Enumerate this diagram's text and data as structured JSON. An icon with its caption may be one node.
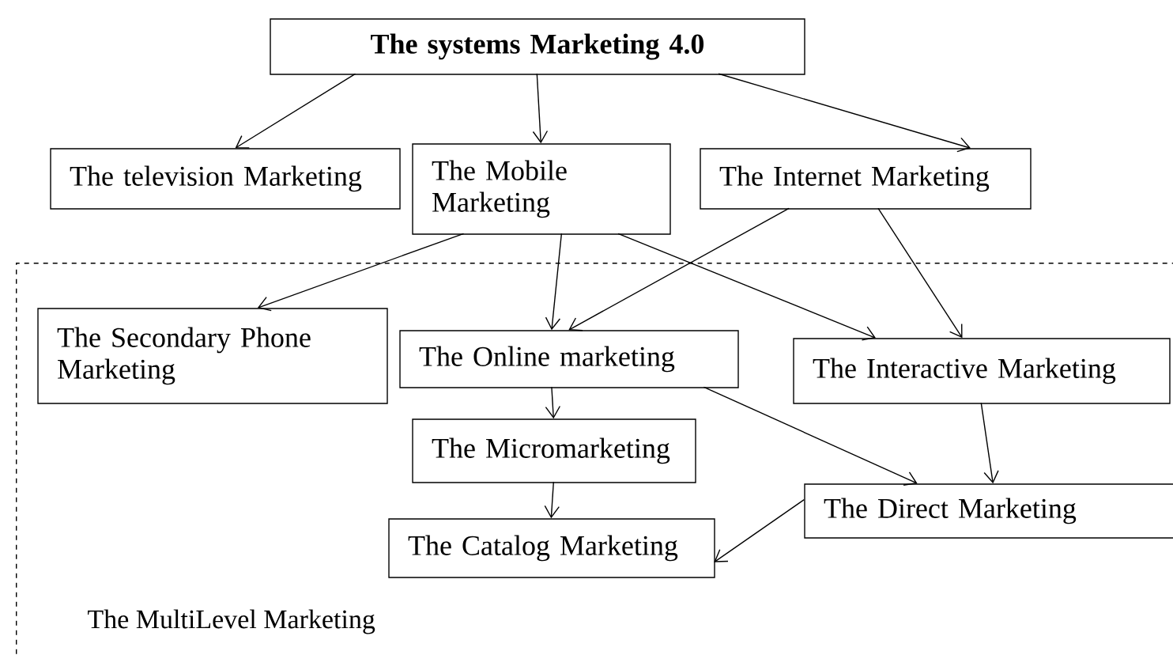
{
  "diagram": {
    "nodes": [
      {
        "text": [
          "The systems Marketing 4.0"
        ]
      },
      {
        "text": [
          "The television Marketing"
        ]
      },
      {
        "text": [
          "The Mobile Marketing"
        ]
      },
      {
        "text": [
          "The Internet Marketing"
        ]
      },
      {
        "text": [
          "The MultiLevel Marketing"
        ]
      },
      {
        "text": [
          "The Secondary Phone Marketing"
        ],
        "in": 4
      },
      {
        "text": [
          "The Online marketing"
        ],
        "in": 4
      },
      {
        "text": [
          "The Interactive Marketing"
        ],
        "in": 4
      },
      {
        "text": [
          "The Micromarketing"
        ],
        "in": 4
      },
      {
        "text": [
          "The Direct Marketing"
        ],
        "in": 4
      },
      {
        "text": [
          "The Catalog Marketing"
        ],
        "in": 4
      }
    ],
    "edges": [
      {
        "from": 0,
        "to": 1,
        "arrow": "to"
      },
      {
        "from": 0,
        "to": 2,
        "arrow": "to"
      },
      {
        "from": 0,
        "to": 3,
        "arrow": "to"
      },
      {
        "from": 2,
        "to": 5,
        "arrow": "to"
      },
      {
        "from": 2,
        "to": 6,
        "arrow": "to"
      },
      {
        "from": 2,
        "to": 7,
        "arrow": "to"
      },
      {
        "from": 3,
        "to": 6,
        "arrow": "to"
      },
      {
        "from": 3,
        "to": 7,
        "arrow": "to"
      },
      {
        "from": 6,
        "to": 8,
        "arrow": "to"
      },
      {
        "from": 8,
        "to": 10,
        "arrow": "to"
      },
      {
        "from": 6,
        "to": 9,
        "arrow": "to"
      },
      {
        "from": 7,
        "to": 9,
        "arrow": "to"
      },
      {
        "from": 9,
        "to": 10,
        "arrow": "to"
      }
    ]
  }
}
